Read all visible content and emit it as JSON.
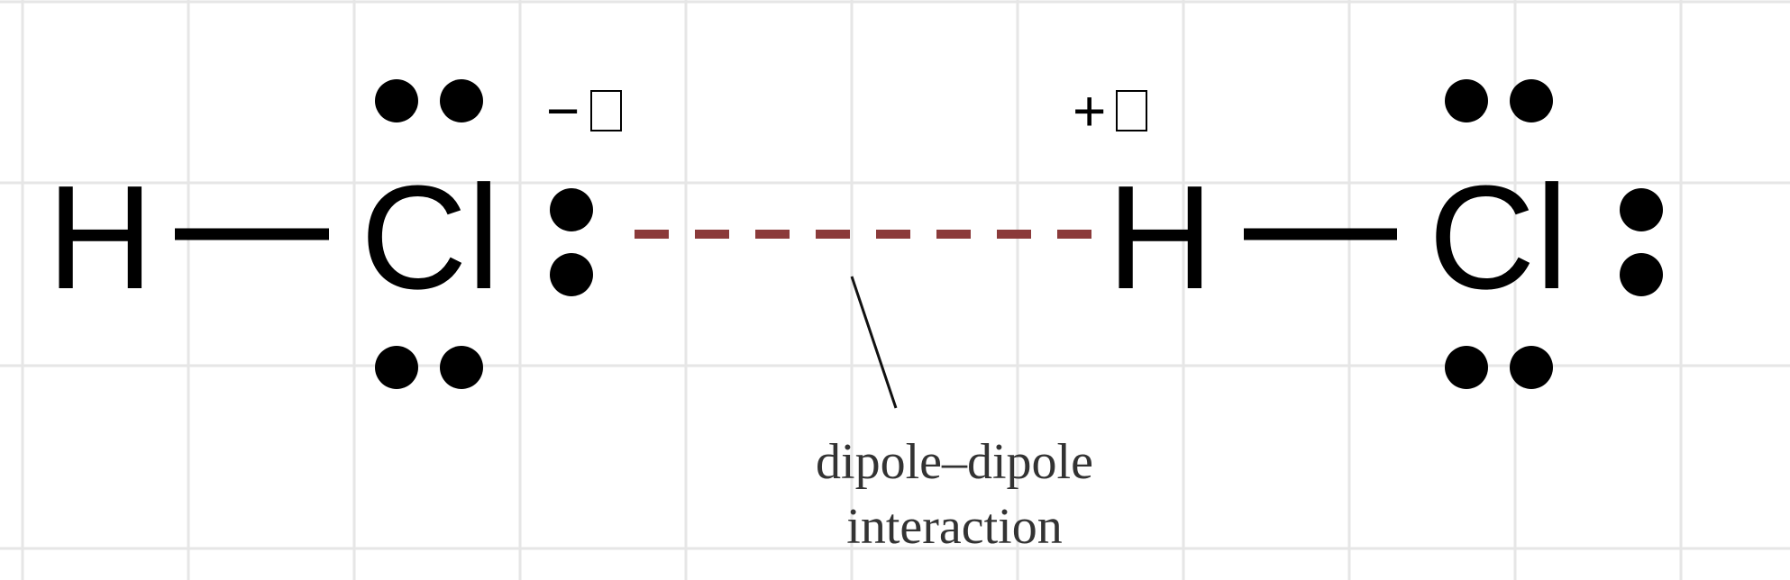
{
  "molecule_left": {
    "hydrogen": "H",
    "chlorine": "Cl",
    "partial_charge": "−"
  },
  "molecule_right": {
    "hydrogen": "H",
    "chlorine": "Cl",
    "partial_charge": "+"
  },
  "annotation": {
    "line1": "dipole–dipole",
    "line2": "interaction"
  },
  "colors": {
    "grid": "#e6e6e6",
    "bond": "#000000",
    "interaction": "#8b3a3a",
    "label": "#333333"
  }
}
